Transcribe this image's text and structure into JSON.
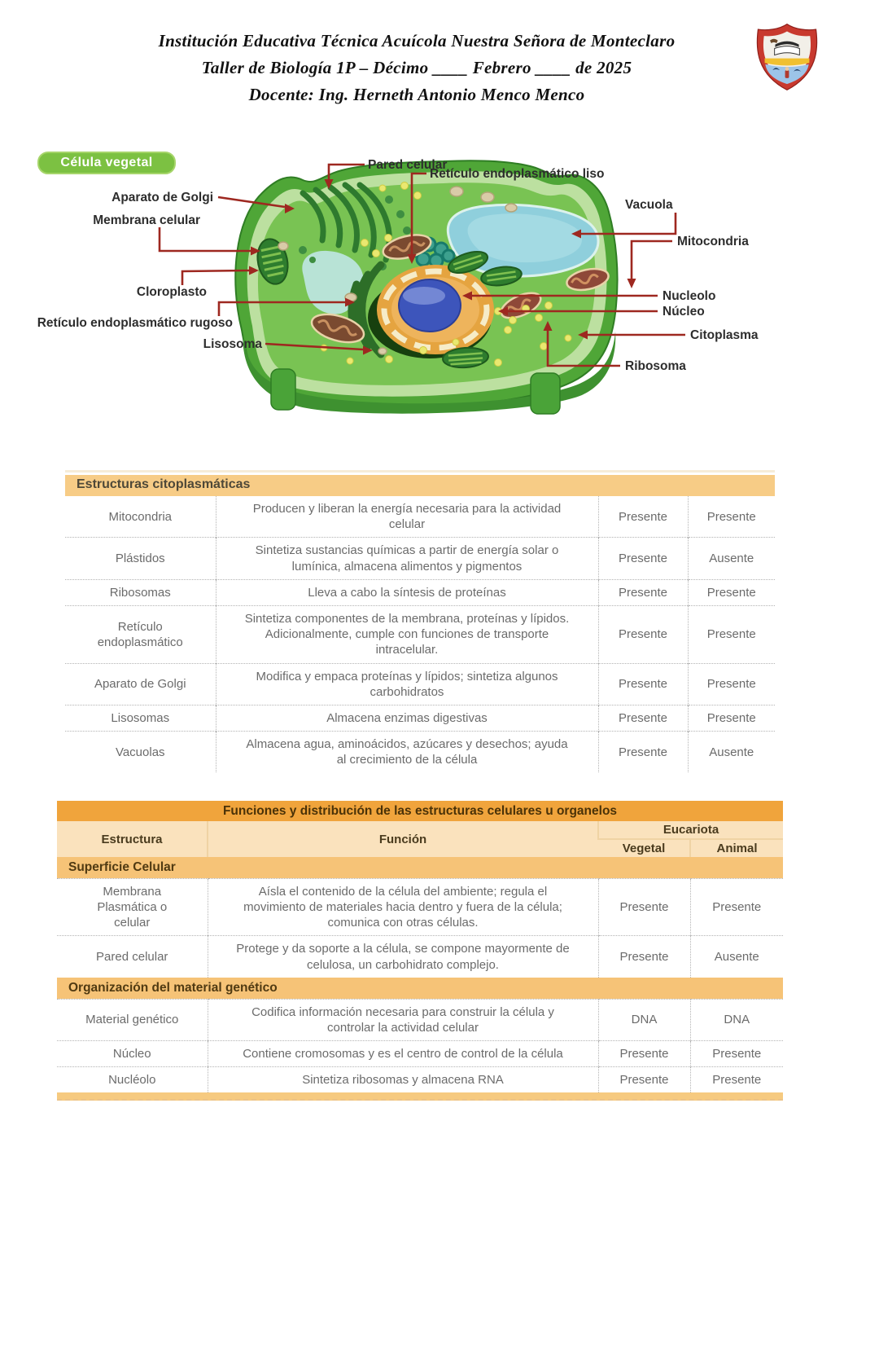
{
  "header": {
    "line1": "Institución Educativa Técnica Acuícola Nuestra Señora de Monteclaro",
    "line2": "Taller de Biología 1P – Décimo ____ Febrero ____ de 2025",
    "line3": "Docente: Ing. Herneth Antonio Menco Menco",
    "logo_icon": "school-crest-icon"
  },
  "colors": {
    "badge_green": "#7CC142",
    "table1_band_tan": "#F7CC86",
    "table2_orange": "#F0A43C",
    "table2_section_orange": "#F6C377",
    "arrow_red": "#9E2820",
    "cell_green": "#79C353",
    "vacuole_blue": "#8FCFDC",
    "nucleolus_blue": "#3D55BB"
  },
  "diagram": {
    "badge": "Célula vegetal",
    "labels": [
      {
        "id": "pared-celular",
        "text": "Pared celular"
      },
      {
        "id": "reticulo-liso",
        "text": "Retículo endoplasmático liso"
      },
      {
        "id": "aparato-golgi",
        "text": "Aparato de Golgi"
      },
      {
        "id": "membrana-celular",
        "text": "Membrana celular"
      },
      {
        "id": "vacuola",
        "text": "Vacuola"
      },
      {
        "id": "mitocondria",
        "text": "Mitocondria"
      },
      {
        "id": "cloroplasto",
        "text": "Cloroplasto"
      },
      {
        "id": "nucleolo",
        "text": "Nucleolo"
      },
      {
        "id": "nucleo",
        "text": "Núcleo"
      },
      {
        "id": "reticulo-rugoso",
        "text": "Retículo endoplasmático rugoso"
      },
      {
        "id": "citoplasma",
        "text": "Citoplasma"
      },
      {
        "id": "lisosoma",
        "text": "Lisosoma"
      },
      {
        "id": "ribosoma",
        "text": "Ribosoma"
      }
    ]
  },
  "table1": {
    "section_header": "Estructuras citoplasmáticas",
    "rows": [
      {
        "name": "Mitocondria",
        "desc": "Producen y liberan la energía necesaria para la actividad celular",
        "vegetal": "Presente",
        "animal": "Presente"
      },
      {
        "name": "Plástidos",
        "desc": "Sintetiza sustancias químicas a partir de energía solar o lumínica, almacena alimentos y pigmentos",
        "vegetal": "Presente",
        "animal": "Ausente"
      },
      {
        "name": "Ribosomas",
        "desc": "Lleva a cabo la síntesis de proteínas",
        "vegetal": "Presente",
        "animal": "Presente"
      },
      {
        "name": "Retículo endoplasmático",
        "desc": "Sintetiza componentes de la membrana, proteínas y lípidos. Adicionalmente, cumple con funciones de transporte intracelular.",
        "vegetal": "Presente",
        "animal": "Presente"
      },
      {
        "name": "Aparato de Golgi",
        "desc": "Modifica y empaca proteínas y lípidos; sintetiza algunos carbohidratos",
        "vegetal": "Presente",
        "animal": "Presente"
      },
      {
        "name": "Lisosomas",
        "desc": "Almacena enzimas digestivas",
        "vegetal": "Presente",
        "animal": "Presente"
      },
      {
        "name": "Vacuolas",
        "desc": "Almacena agua, aminoácidos, azúcares y desechos; ayuda al crecimiento de la célula",
        "vegetal": "Presente",
        "animal": "Ausente"
      }
    ]
  },
  "table2": {
    "title": "Funciones y distribución de las estructuras celulares u organelos",
    "headers": {
      "estructura": "Estructura",
      "funcion": "Función",
      "eucariota": "Eucariota",
      "vegetal": "Vegetal",
      "animal": "Animal"
    },
    "sections": [
      {
        "header": "Superficie Celular",
        "rows": [
          {
            "name": "Membrana Plasmática o celular",
            "desc": "Aísla el contenido de la célula del ambiente; regula el movimiento de materiales hacia dentro y fuera de la célula; comunica con otras células.",
            "vegetal": "Presente",
            "animal": "Presente"
          },
          {
            "name": "Pared celular",
            "desc": "Protege y da soporte a la célula, se compone mayormente de celulosa, un carbohidrato complejo.",
            "vegetal": "Presente",
            "animal": "Ausente"
          }
        ]
      },
      {
        "header": "Organización del material genético",
        "rows": [
          {
            "name": "Material genético",
            "desc": "Codifica información necesaria para construir la célula y controlar la actividad celular",
            "vegetal": "DNA",
            "animal": "DNA"
          },
          {
            "name": "Núcleo",
            "desc": "Contiene cromosomas y es el centro de control de la célula",
            "vegetal": "Presente",
            "animal": "Presente"
          },
          {
            "name": "Nucléolo",
            "desc": "Sintetiza ribosomas y almacena RNA",
            "vegetal": "Presente",
            "animal": "Presente"
          }
        ]
      }
    ]
  }
}
